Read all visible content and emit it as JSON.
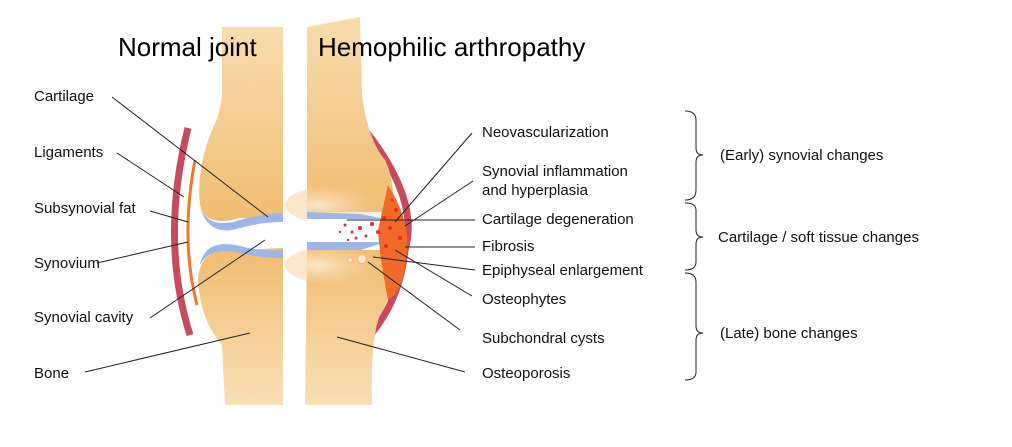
{
  "titles": {
    "normal": "Normal joint",
    "hemophilic": "Hemophilic arthropathy"
  },
  "left_labels": [
    "Cartilage",
    "Ligaments",
    "Subsynovial fat",
    "Synovium",
    "Synovial cavity",
    "Bone"
  ],
  "right_labels": [
    "Neovascularization",
    "Synovial inflammation",
    "and hyperplasia",
    "Cartilage degeneration",
    "Fibrosis",
    "Epiphyseal enlargement",
    "Osteophytes",
    "Subchondral cysts",
    "Osteoporosis"
  ],
  "stages": [
    "(Early) synovial changes",
    "Cartilage / soft tissue changes",
    "(Late) bone changes"
  ],
  "colors": {
    "bone": "#f3c27e",
    "cartilage": "#9db5e8",
    "synovium": "#c84a5e",
    "fat": "#f07a2a",
    "blood": "#e0301e"
  }
}
